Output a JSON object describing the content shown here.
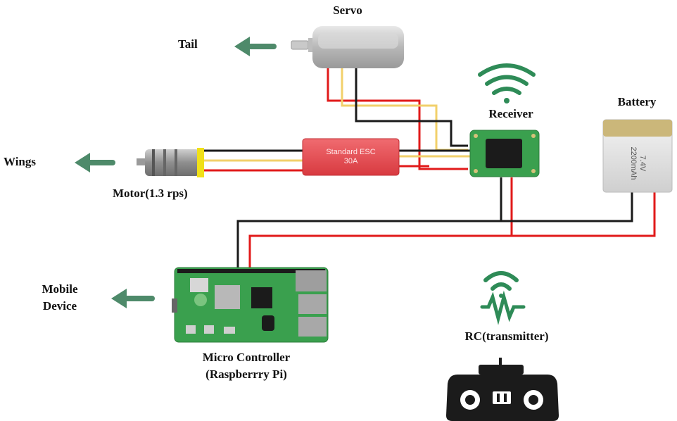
{
  "labels": {
    "servo": "Servo",
    "tail": "Tail",
    "receiver": "Receiver",
    "battery": "Battery",
    "wings": "Wings",
    "motor": "Motor(1.3 rps)",
    "mobile_line1": "Mobile",
    "mobile_line2": "Device",
    "controller_line1": "Micro Controller",
    "controller_line2": "(Raspberrry Pi)",
    "rc": "RC(transmitter)"
  },
  "esc": {
    "line1": "Standard ESC",
    "line2": "30A"
  },
  "battery_spec": {
    "voltage": "7.4V",
    "capacity": "2200mAh"
  },
  "colors": {
    "arrow": "#4e8a6a",
    "wire_red": "#e11a1a",
    "wire_black": "#1a1a1a",
    "wire_yellow": "#f2d06b",
    "esc_red": "#e0434a",
    "pcb_green": "#3aa04e",
    "signal_green": "#2e8b57"
  },
  "icons": [
    "arrow-left-icon",
    "wifi-signal-icon",
    "rc-signal-icon",
    "remote-controller-icon"
  ]
}
